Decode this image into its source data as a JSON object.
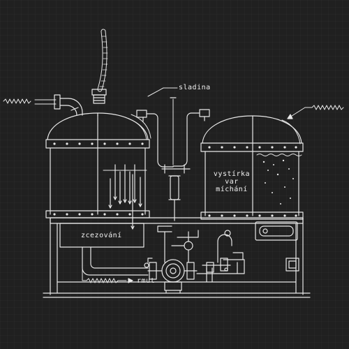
{
  "labels": {
    "sladina": "sladina",
    "vystirka_lines": [
      "vystírka",
      "var",
      "míchání"
    ],
    "zcezovani": "zcezování",
    "rmut": "rmut"
  },
  "colors": {
    "background": "#202020",
    "grid": "#2a2a2a",
    "line": "#e8e8e8",
    "text": "#f2f2f2"
  }
}
